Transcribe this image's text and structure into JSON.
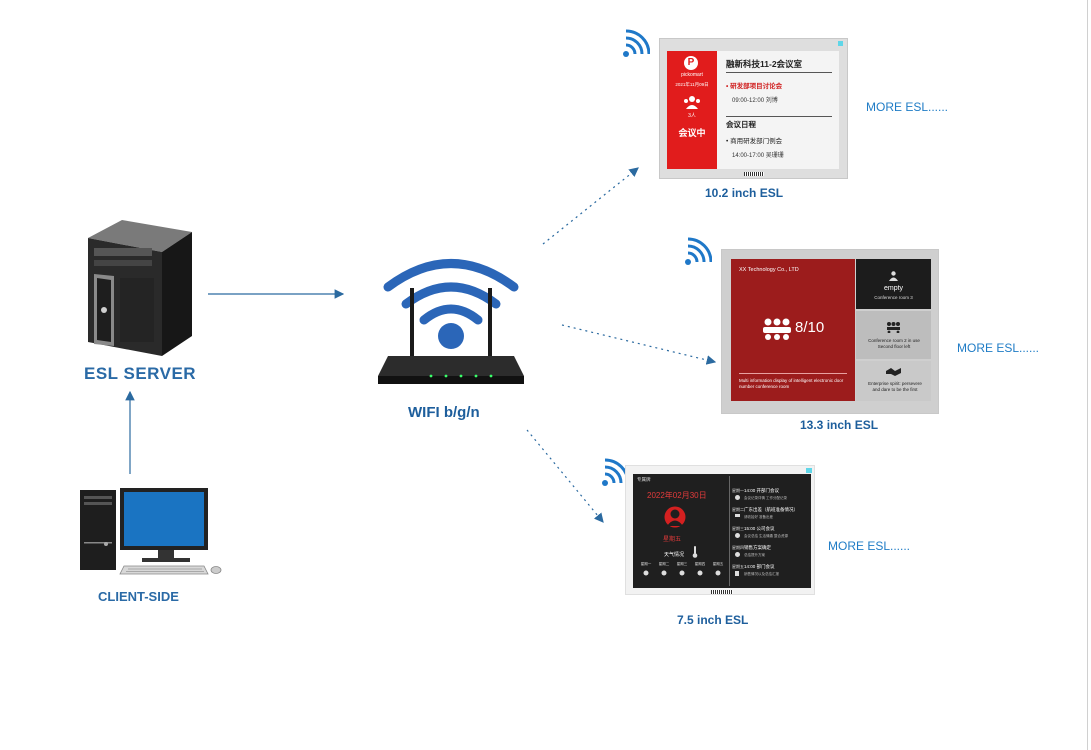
{
  "labels": {
    "server": "ESL SERVER",
    "client": "CLIENT-SIDE",
    "router": "WIFI b/g/n"
  },
  "devices": [
    {
      "size_label": "10.2 inch ESL",
      "more": "MORE ESL......",
      "screen": {
        "brand_letter": "P",
        "brand": "pickomart",
        "date": "2021年11月09日",
        "people": "3人",
        "status": "会议中",
        "room_title": "融新科技11-2会议室",
        "current_meeting": "• 研发部项目讨论会",
        "current_time": "09:00-12:00 刘博",
        "schedule_title": "会议日程",
        "next_meeting": "• 商用研发部门例会",
        "next_time": "14:00-17:00 吴珊珊"
      }
    },
    {
      "size_label": "13.3 inch ESL",
      "more": "MORE ESL......",
      "screen": {
        "company": "XX Technology Co., LTD",
        "occupancy": "8/10",
        "caption": "Multi information display of intelligent electronic door number conference room",
        "room1_status": "empty",
        "room1_name": "Conference room 3",
        "room2_text": "Conference room 2 in use Second floor left",
        "room3_text": "Enterprise spirit: persevere and dare to be the first"
      }
    },
    {
      "size_label": "7.5 inch ESL",
      "more": "MORE ESL......",
      "screen": {
        "header": "专属牌",
        "date": "2022年02月30日",
        "weekday": "星期五",
        "weather_title": "天气情况",
        "week_days": [
          "星期一",
          "星期二",
          "星期三",
          "星期四",
          "星期五"
        ],
        "agenda": [
          {
            "day": "星期一",
            "title": "14:00 开部门会议",
            "sub": "会议记录详情 工作分配记录"
          },
          {
            "day": "星期二",
            "title": "广东出差（航班准备情况）",
            "sub": "请收拾好 准备出差"
          },
          {
            "day": "星期三",
            "title": "15:00 公司会议",
            "sub": "会议总结 生活情趣 整合资源"
          },
          {
            "day": "星期四",
            "title": "销售方案确定",
            "sub": "总结提升方案"
          },
          {
            "day": "星期五",
            "title": "14:00 部门会议",
            "sub": "销售情况以及总结汇报"
          }
        ]
      }
    }
  ],
  "colors": {
    "label_blue": "#2a6aa6",
    "wifi_blue": "#2b6fc0",
    "screen_red": "#e21b1b",
    "dark_red": "#9a1b1b"
  }
}
